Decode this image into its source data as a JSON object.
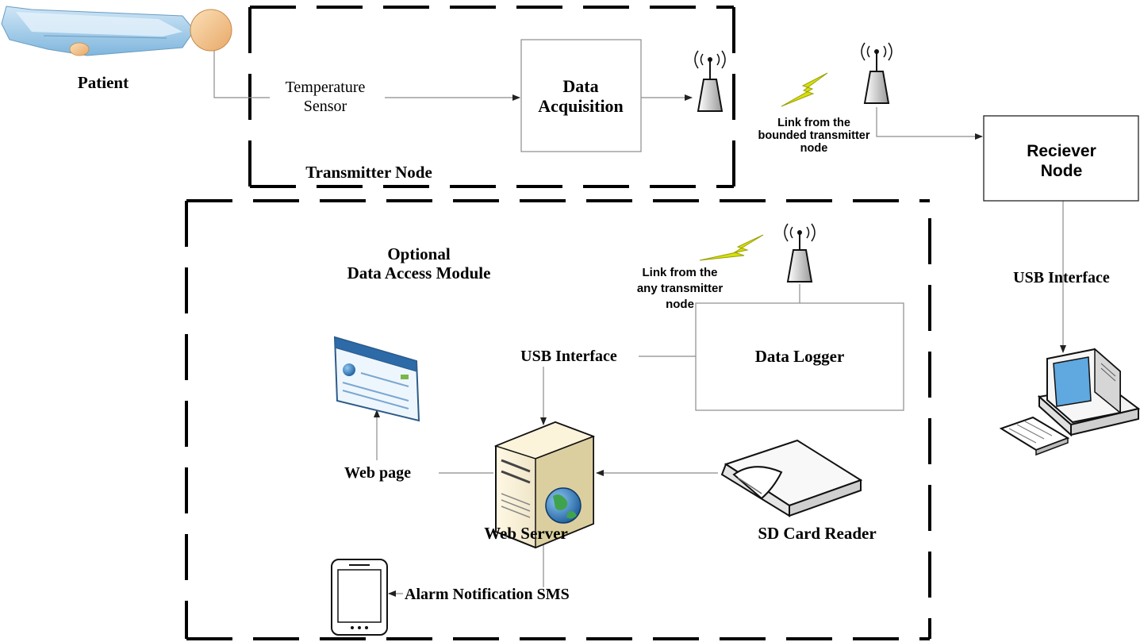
{
  "labels": {
    "patient": "Patient",
    "temperature_sensor_line1": "Temperature",
    "temperature_sensor_line2": "Sensor",
    "data_acquisition_line1": "Data",
    "data_acquisition_line2": "Acquisition",
    "transmitter_node": "Transmitter Node",
    "link_bounded_line1": "Link from the",
    "link_bounded_line2": "bounded transmitter",
    "link_bounded_line3": "node",
    "receiver_node_line1": "Reciever",
    "receiver_node_line2": "Node",
    "usb_interface_right": "USB Interface",
    "optional_module_line1": "Optional",
    "optional_module_line2": "Data Access Module",
    "link_any_line1": "Link from the",
    "link_any_line2": "any transmitter",
    "link_any_line3": "node",
    "usb_interface_left": "USB Interface",
    "data_logger": "Data Logger",
    "web_page": "Web page",
    "web_server": "Web Server",
    "sd_card_reader": "SD Card Reader",
    "alarm_sms": "Alarm Notification SMS"
  },
  "colors": {
    "line": "#8c8c8c",
    "border": "#000000",
    "lightning": "#d8e00c",
    "patient_body": "#a9d0ea",
    "patient_skin": "#f3c38c",
    "server_body": "#f1e8c8",
    "globe": "#2f7cc0"
  }
}
